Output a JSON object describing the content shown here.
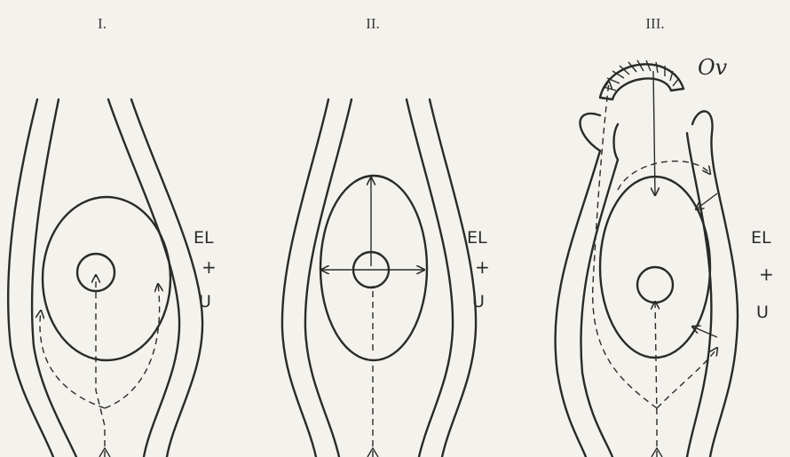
{
  "panels": [
    {
      "numeral": "I.",
      "label_el": "EL",
      "label_plus": "+",
      "label_u": "U"
    },
    {
      "numeral": "II.",
      "label_el": "EL",
      "label_plus": "+",
      "label_u": "U"
    },
    {
      "numeral": "III.",
      "label_el": "EL",
      "label_plus": "+",
      "label_u": "U",
      "label_ov": "Ov"
    }
  ],
  "colors": {
    "ink": "#2a2a2a",
    "paper": "#f4f2ec"
  }
}
